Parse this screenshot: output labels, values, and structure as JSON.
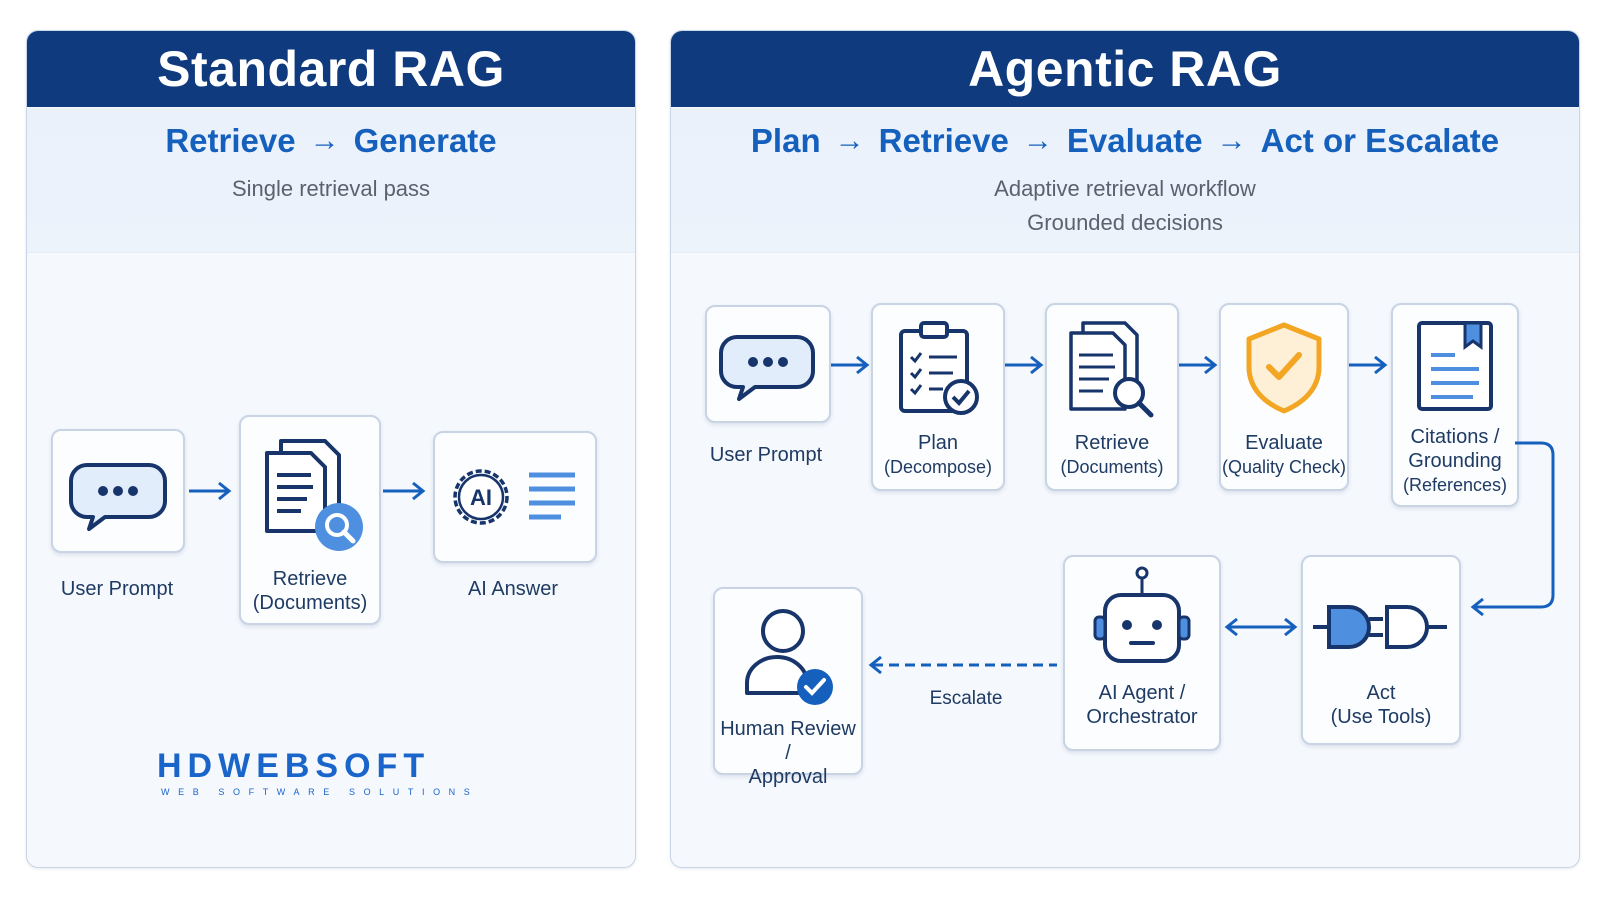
{
  "standard": {
    "title": "Standard RAG",
    "flow": [
      "Retrieve",
      "Generate"
    ],
    "subtitle": "Single retrieval pass",
    "nodes": {
      "prompt": "User Prompt",
      "retrieve": "Retrieve",
      "retrieve_sub": "(Documents)",
      "answer": "AI Answer",
      "ai_badge": "AI"
    },
    "logo": {
      "name": "HDWEBSOFT",
      "tagline": "WEB SOFTWARE SOLUTIONS"
    }
  },
  "agentic": {
    "title": "Agentic RAG",
    "flow": [
      "Plan",
      "Retrieve",
      "Evaluate",
      "Act or Escalate"
    ],
    "subtitle1": "Adaptive retrieval workflow",
    "subtitle2": "Grounded decisions",
    "nodes": {
      "prompt": "User Prompt",
      "plan": "Plan",
      "plan_sub": "(Decompose)",
      "retrieve": "Retrieve",
      "retrieve_sub": "(Documents)",
      "evaluate": "Evaluate",
      "evaluate_sub": "(Quality Check)",
      "citations": "Citations /",
      "citations_2": "Grounding",
      "citations_sub": "(References)",
      "act": "Act",
      "act_sub": "(Use Tools)",
      "agent": "AI Agent /",
      "agent_2": "Orchestrator",
      "human": "Human Review /",
      "human_2": "Approval",
      "escalate": "Escalate"
    }
  },
  "colors": {
    "header": "#0f3a7e",
    "accent_blue": "#1560bd",
    "icon_navy": "#17356b",
    "shield_amber": "#f2a623"
  }
}
